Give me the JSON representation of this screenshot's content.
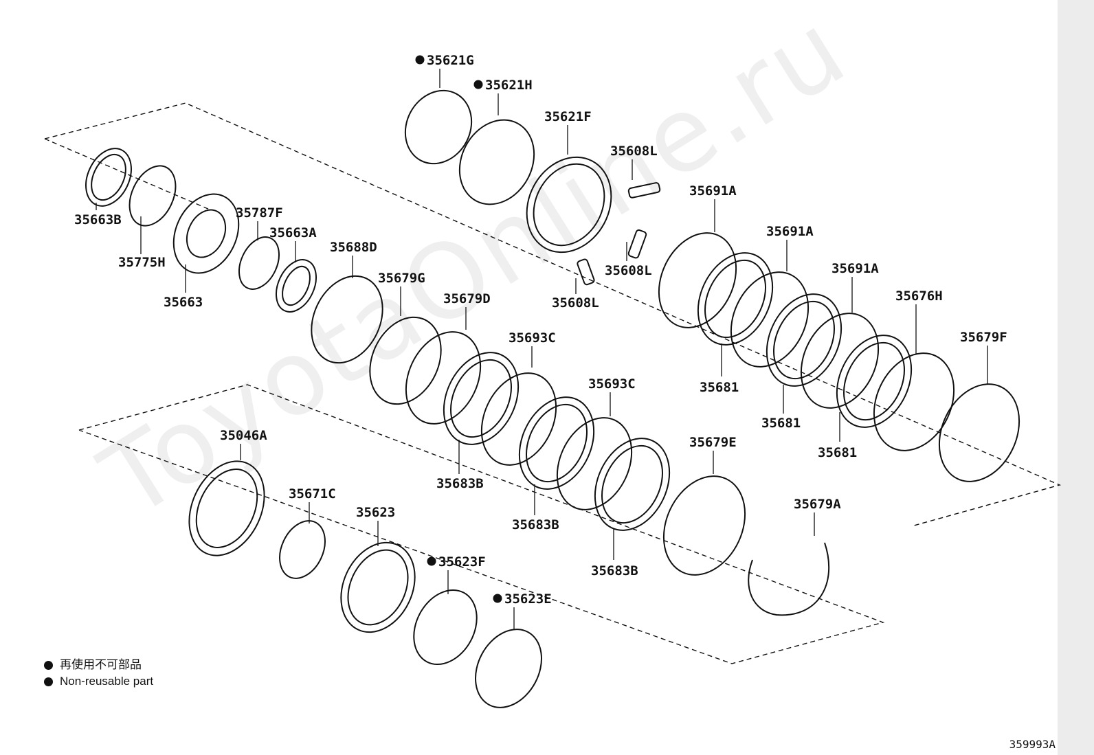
{
  "watermark": "ToyotaOnline.ru",
  "diagram_code": "359993A",
  "legend": {
    "cn": "再使用不可部品",
    "en": "Non-reusable part"
  },
  "parts": [
    {
      "id": "p1",
      "label": "35621G",
      "non_reusable": true
    },
    {
      "id": "p2",
      "label": "35621H",
      "non_reusable": true
    },
    {
      "id": "p3",
      "label": "35621F",
      "non_reusable": false
    },
    {
      "id": "p4",
      "label": "35608L",
      "non_reusable": false
    },
    {
      "id": "p5",
      "label": "35608L",
      "non_reusable": false
    },
    {
      "id": "p6",
      "label": "35608L",
      "non_reusable": false
    },
    {
      "id": "p7",
      "label": "35663B",
      "non_reusable": false
    },
    {
      "id": "p8",
      "label": "35775H",
      "non_reusable": false
    },
    {
      "id": "p9",
      "label": "35663",
      "non_reusable": false
    },
    {
      "id": "p10",
      "label": "35787F",
      "non_reusable": false
    },
    {
      "id": "p11",
      "label": "35663A",
      "non_reusable": false
    },
    {
      "id": "p12",
      "label": "35688D",
      "non_reusable": false
    },
    {
      "id": "p13",
      "label": "35679G",
      "non_reusable": false
    },
    {
      "id": "p14",
      "label": "35679D",
      "non_reusable": false
    },
    {
      "id": "p15",
      "label": "35693C",
      "non_reusable": false
    },
    {
      "id": "p16",
      "label": "35693C",
      "non_reusable": false
    },
    {
      "id": "p17",
      "label": "35683B",
      "non_reusable": false
    },
    {
      "id": "p18",
      "label": "35683B",
      "non_reusable": false
    },
    {
      "id": "p19",
      "label": "35683B",
      "non_reusable": false
    },
    {
      "id": "p20",
      "label": "35691A",
      "non_reusable": false
    },
    {
      "id": "p21",
      "label": "35691A",
      "non_reusable": false
    },
    {
      "id": "p22",
      "label": "35691A",
      "non_reusable": false
    },
    {
      "id": "p23",
      "label": "35676H",
      "non_reusable": false
    },
    {
      "id": "p24",
      "label": "35679F",
      "non_reusable": false
    },
    {
      "id": "p25",
      "label": "35681",
      "non_reusable": false
    },
    {
      "id": "p26",
      "label": "35681",
      "non_reusable": false
    },
    {
      "id": "p27",
      "label": "35681",
      "non_reusable": false
    },
    {
      "id": "p28",
      "label": "35679E",
      "non_reusable": false
    },
    {
      "id": "p29",
      "label": "35679A",
      "non_reusable": false
    },
    {
      "id": "p30",
      "label": "35046A",
      "non_reusable": false
    },
    {
      "id": "p31",
      "label": "35671C",
      "non_reusable": false
    },
    {
      "id": "p32",
      "label": "35623",
      "non_reusable": false
    },
    {
      "id": "p33",
      "label": "35623F",
      "non_reusable": true
    },
    {
      "id": "p34",
      "label": "35623E",
      "non_reusable": true
    }
  ]
}
